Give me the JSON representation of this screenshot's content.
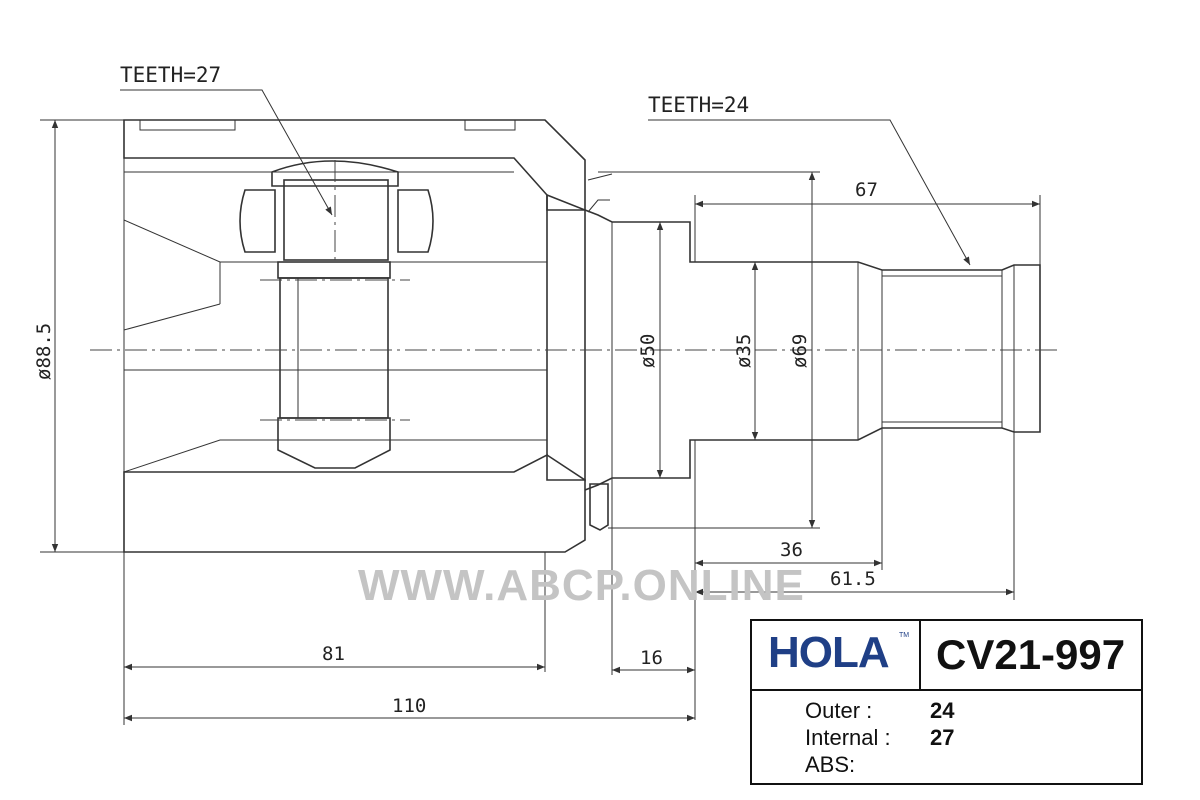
{
  "labels": {
    "teeth_internal": "TEETH=27",
    "teeth_outer": "TEETH=24"
  },
  "dimensions": {
    "housing_diameter": "ø88.5",
    "shoulder_diameter": "ø50",
    "shaft_diameter": "ø35",
    "flange_diameter": "ø69",
    "shaft_length": "67",
    "shaft_step": "36",
    "shaft_to_end": "61.5",
    "housing_depth": "81",
    "flange_width": "16",
    "overall_length": "110"
  },
  "watermark": "WWW.ABCP.ONLINE",
  "titleblock": {
    "brand": "HOLA",
    "trademark": "TM",
    "part_number": "CV21-997",
    "specs": [
      {
        "label": "Outer :",
        "value": "24"
      },
      {
        "label": "Internal :",
        "value": "27"
      },
      {
        "label": "ABS:",
        "value": ""
      }
    ]
  },
  "colors": {
    "brand": "#1f3f86",
    "line": "#333333",
    "watermark": "#c4c4c4"
  }
}
